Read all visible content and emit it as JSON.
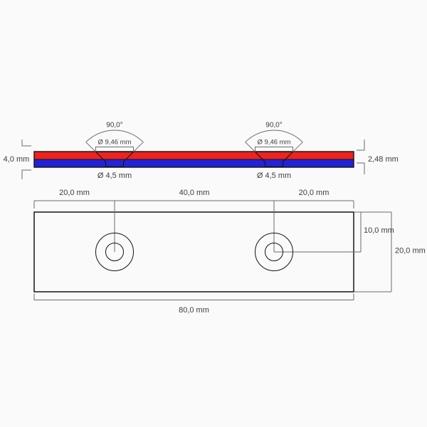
{
  "colors": {
    "north_pole_red": "#ee231e",
    "south_pole_blue": "#2222d8",
    "outline": "#141414",
    "dimension_line": "#6b6b6b",
    "text": "#3d3d3d",
    "countersink_fill": "#f4f4f4",
    "background": "#fafafa"
  },
  "side_view": {
    "height_label": "4,0 mm",
    "thickness_label": "2,48 mm",
    "holes": [
      {
        "angle_label": "90,0°",
        "countersink_label": "Ø 9,46 mm",
        "hole_label": "Ø 4,5 mm"
      },
      {
        "angle_label": "90,0°",
        "countersink_label": "Ø 9,46 mm",
        "hole_label": "Ø 4,5 mm"
      }
    ]
  },
  "footprint_view": {
    "width_segment_labels": [
      "20,0 mm",
      "40,0 mm",
      "20,0 mm"
    ],
    "hole_center_offset_label": "10,0 mm",
    "depth_label": "20,0 mm",
    "total_width_label": "80,0 mm"
  }
}
